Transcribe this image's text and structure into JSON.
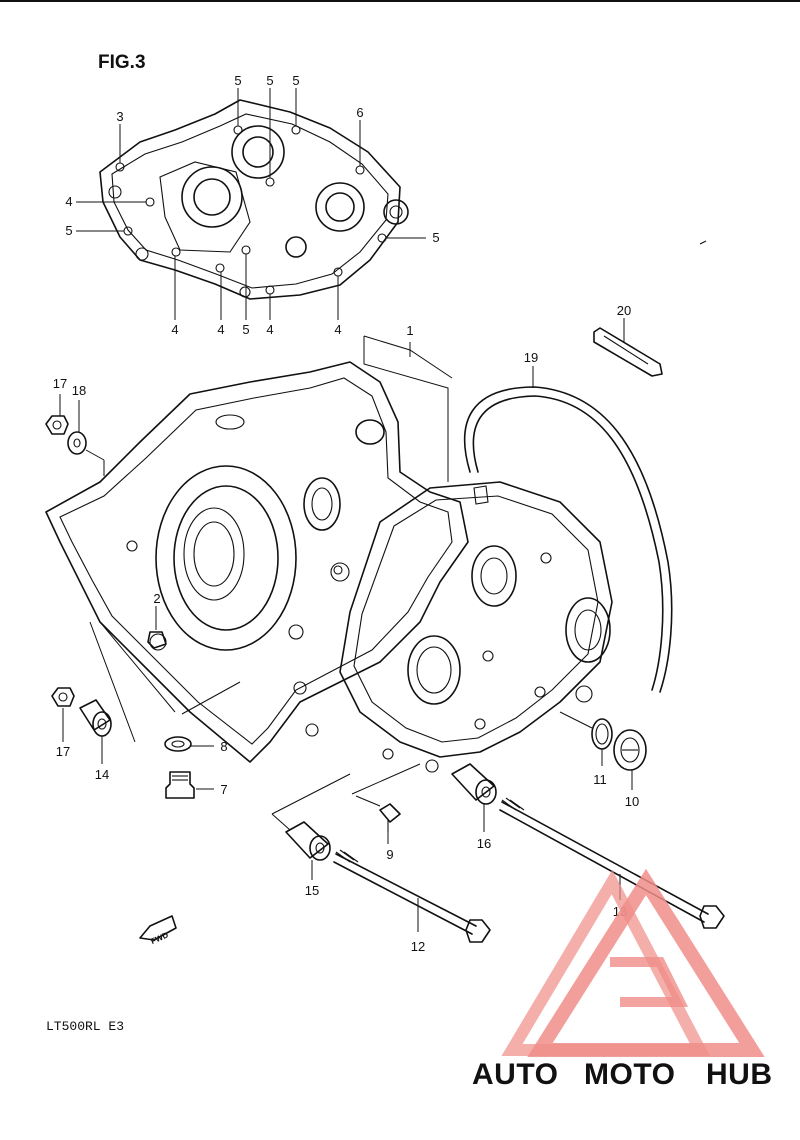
{
  "figure": {
    "label": "FIG.3",
    "model_code": "LT500RL  E3",
    "fwd_tag": "FWD"
  },
  "callouts": {
    "upper": [
      "5",
      "5",
      "5",
      "3",
      "6",
      "4",
      "5",
      "5",
      "4",
      "4",
      "5",
      "4",
      "4"
    ],
    "main": [
      "1",
      "20",
      "19",
      "17",
      "18",
      "2",
      "17",
      "14",
      "8",
      "7",
      "11",
      "10",
      "9",
      "16",
      "15",
      "13",
      "12"
    ]
  },
  "watermark": {
    "part1": "AUTO",
    "part2": "MOTO",
    "part3": "HUB",
    "colors": {
      "triangle": "#f08d88",
      "auto": "#f3c486",
      "moto": "#ee8a86",
      "hub": "#8a8a8a"
    }
  }
}
